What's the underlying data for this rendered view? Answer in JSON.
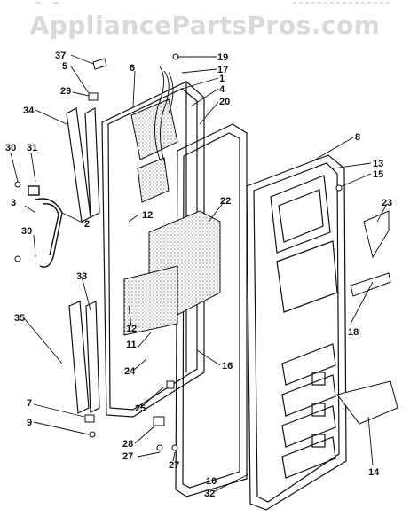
{
  "watermark": "AppliancePartsPros.com",
  "callouts": [
    "37",
    "5",
    "29",
    "34",
    "6",
    "19",
    "17",
    "1",
    "4",
    "20",
    "30",
    "31",
    "3",
    "30",
    "2",
    "12",
    "22",
    "8",
    "13",
    "15",
    "23",
    "33",
    "12",
    "11",
    "24",
    "16",
    "35",
    "7",
    "9",
    "25",
    "28",
    "27",
    "27",
    "10",
    "32",
    "18",
    "14"
  ]
}
